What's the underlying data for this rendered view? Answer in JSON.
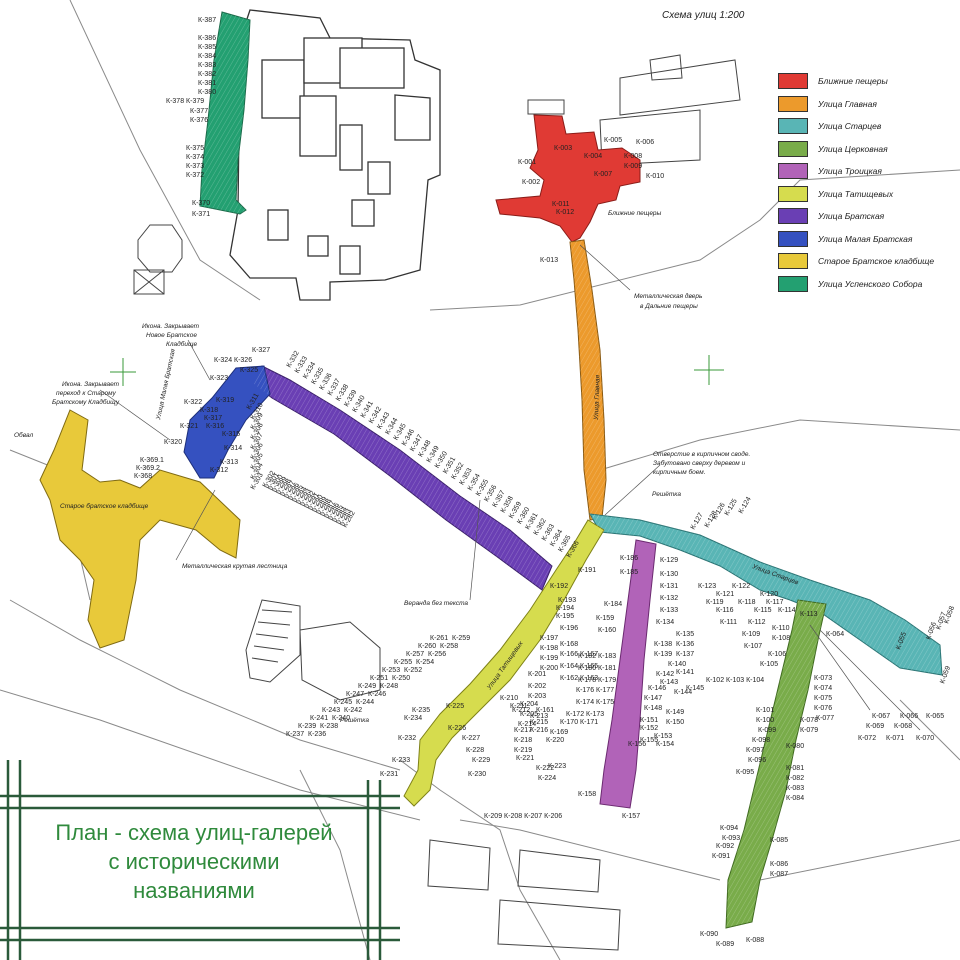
{
  "map": {
    "scale_title": "Схема улиц 1:200",
    "caption_lines": [
      "План - схема улиц-галерей",
      "с историческими",
      "названиями"
    ]
  },
  "legend": [
    {
      "label": "Ближние пещеры",
      "color": "#e03a34"
    },
    {
      "label": "Улица Главная",
      "color": "#ec9a2c"
    },
    {
      "label": "Улица Старцев",
      "color": "#59b5b5"
    },
    {
      "label": "Улица Церковная",
      "color": "#79ac4a"
    },
    {
      "label": "Улица Троицкая",
      "color": "#b163b8"
    },
    {
      "label": "Улица Татищевых",
      "color": "#d6dc4e"
    },
    {
      "label": "Улица Братская",
      "color": "#6a3fb4"
    },
    {
      "label": "Улица Малая Братская",
      "color": "#3551c0"
    },
    {
      "label": "Старое Братское кладбище",
      "color": "#e8c93a"
    },
    {
      "label": "Улица Успенского Собора",
      "color": "#23a071"
    }
  ],
  "annotations": {
    "near_caves": "Ближние пещеры",
    "metal_door_1": "Металлическая дверь",
    "metal_door_2": "в Дальние пещеры",
    "hole_1": "Отверстие в кирпичном своде.",
    "hole_2": "Забутовано сверху деревом и",
    "hole_3": "кирпичным боем.",
    "grate_1": "Решётка",
    "grate_2": "Решётка",
    "veranda": "Веранда без текста",
    "metal_stairs": "Металлическая крутая лестница",
    "old_cemetery": "Старое братское кладбище",
    "icon_closed_1a": "Икона. Закрывает",
    "icon_closed_1b": "Новое Братское",
    "icon_closed_1c": "Кладбище",
    "icon_closed_2a": "Икона. Закрывает",
    "icon_closed_2b": "переход к Старому",
    "icon_closed_2c": "Братскому Кладбищу",
    "collapse": "Обвал",
    "street_main": "Улица Главная",
    "street_startsev": "Улица Старцев",
    "street_tatish": "Улица Татищевых",
    "street_mbrat": "Улица Малая Братская"
  },
  "cell_labels": {
    "uspensk": [
      "К-387",
      "К-386",
      "К-385",
      "К-384",
      "К-383",
      "К-382",
      "К-381",
      "К-380",
      "К-378 К-379",
      "К-377",
      "К-376",
      "К-375",
      "К-374",
      "К-373",
      "К-372",
      "К-370",
      "К-371"
    ],
    "near": [
      "К-001",
      "К-002",
      "К-003",
      "К-004",
      "К-005",
      "К-006",
      "К-007",
      "К-008",
      "К-009",
      "К-010",
      "К-011",
      "К-012",
      "К-013"
    ],
    "tserk_top": [
      "К-114",
      "К-115",
      "К-116",
      "К-118",
      "К-119",
      "К-117",
      "К-120",
      "К-121",
      "К-122",
      "К-123",
      "К-111",
      "К-112",
      "К-109",
      "К-110",
      "К-107",
      "К-108",
      "К-105",
      "К-106",
      "К-102 К-103 К-104",
      "К-064"
    ],
    "tserk_right": [
      "К-067",
      "К-066",
      "К-065",
      "К-069",
      "К-068",
      "К-072",
      "К-071",
      "К-070"
    ],
    "tserk": [
      "К-113",
      "К-101",
      "К-100",
      "К-099",
      "К-098",
      "К-097",
      "К-096",
      "К-095",
      "К-080",
      "К-081",
      "К-082",
      "К-083",
      "К-084",
      "К-073",
      "К-074",
      "К-075",
      "К-076",
      "К-077",
      "К-078",
      "К-079",
      "К-094",
      "К-093",
      "К-092",
      "К-091",
      "К-085",
      "К-086",
      "К-087",
      "К-090",
      "К-089",
      "К-088"
    ],
    "startsev": [
      "К-127",
      "К-128",
      "К-126",
      "К-125",
      "К-124",
      "К-055",
      "К-056",
      "К-057",
      "К-058",
      "К-059"
    ],
    "troits": [
      "К-186",
      "К-185",
      "К-184",
      "К-129",
      "К-130",
      "К-131",
      "К-132",
      "К-133",
      "К-134",
      "К-135",
      "К-136",
      "К-137",
      "К-138",
      "К-139",
      "К-140",
      "К-141",
      "К-142",
      "К-143",
      "К-144",
      "К-145",
      "К-146",
      "К-147",
      "К-148",
      "К-149",
      "К-150",
      "К-151",
      "К-152",
      "К-153",
      "К-154",
      "К-155",
      "К-156",
      "К-157",
      "К-158",
      "К-159",
      "К-160",
      "К-182 К-183",
      "К-180 К-181",
      "К-178 К-179",
      "К-176 К-177",
      "К-174 К-175",
      "К-172 К-173",
      "К-170 К-171",
      "К-169",
      "К-168",
      "К-166 К-167",
      "К-164 К-165",
      "К-162 К-163"
    ],
    "tatish": [
      "К-193",
      "К-192",
      "К-191",
      "К-194",
      "К-195",
      "К-196",
      "К-197",
      "К-198",
      "К-199",
      "К-200",
      "К-201",
      "К-202",
      "К-203",
      "К-204",
      "К-205",
      "К-210",
      "К-211",
      "К-212",
      "К-213",
      "К-214",
      "К-215",
      "К-216",
      "К-217",
      "К-218",
      "К-219",
      "К-220",
      "К-221",
      "К-222",
      "К-223",
      "К-224",
      "К-225",
      "К-226",
      "К-227",
      "К-228",
      "К-229",
      "К-230",
      "К-231",
      "К-232",
      "К-233",
      "К-234",
      "К-235",
      "К-161",
      "К-209 К-208 К-207 К-206"
    ],
    "brat_left": [
      "К-261",
      "К-259",
      "К-260",
      "К-258",
      "К-257",
      "К-256",
      "К-255",
      "К-254",
      "К-253",
      "К-252",
      "К-251",
      "К-250",
      "К-249",
      "К-248",
      "К-247",
      "К-246",
      "К-245",
      "К-244",
      "К-243",
      "К-242",
      "К-241",
      "К-240",
      "К-239",
      "К-238",
      "К-237",
      "К-236"
    ],
    "brat": [
      "К-332",
      "К-333",
      "К-334",
      "К-335",
      "К-336",
      "К-337",
      "К-338",
      "К-339",
      "К-340",
      "К-341",
      "К-342",
      "К-343",
      "К-344",
      "К-345",
      "К-346",
      "К-347",
      "К-348",
      "К-349",
      "К-350",
      "К-351",
      "К-352",
      "К-353",
      "К-354",
      "К-355",
      "К-356",
      "К-357",
      "К-358",
      "К-359",
      "К-360",
      "К-361",
      "К-362",
      "К-363",
      "К-364",
      "К-365",
      "К-366",
      "К-302",
      "К-301",
      "К-300",
      "К-299",
      "К-298",
      "К-297",
      "К-296",
      "К-295",
      "К-294",
      "К-293",
      "К-292",
      "К-291",
      "К-290",
      "К-289",
      "К-288",
      "К-287",
      "К-286",
      "К-285",
      "К-284",
      "К-283",
      "К-282"
    ],
    "mbrat": [
      "К-327",
      "К-324",
      "К-326",
      "К-325",
      "К-323",
      "К-322",
      "К-321",
      "К-320",
      "К-319",
      "К-318",
      "К-317",
      "К-316",
      "К-315",
      "К-314",
      "К-313",
      "К-312",
      "К-311",
      "К-310",
      "К-309",
      "К-308",
      "К-307",
      "К-306",
      "К-305",
      "К-304",
      "К-303",
      "К-369.1",
      "К-369.2",
      "К-368"
    ]
  }
}
